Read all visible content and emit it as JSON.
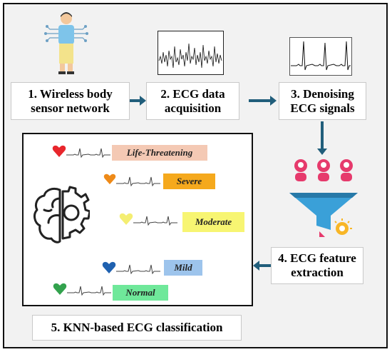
{
  "steps": {
    "s1": {
      "line1": "1. Wireless body",
      "line2": "sensor network"
    },
    "s2": {
      "line1": "2. ECG data",
      "line2": "acquisition"
    },
    "s3": {
      "line1": "3. Denoising",
      "line2": "ECG signals"
    },
    "s4": {
      "line1": "4. ECG feature",
      "line2": "extraction"
    },
    "s5": {
      "text": "5. KNN-based ECG classification"
    }
  },
  "levels": [
    {
      "label": "Life-Threatening",
      "bg": "#f4c9b4",
      "heart": "#e8262c"
    },
    {
      "label": "Severe",
      "bg": "#f5a91d",
      "heart": "#ee8a18"
    },
    {
      "label": "Moderate",
      "bg": "#f7f572",
      "heart": "#f4ee72"
    },
    {
      "label": "Mild",
      "bg": "#9dc4ec",
      "heart": "#1f61b0"
    },
    {
      "label": "Normal",
      "bg": "#6fe89a",
      "heart": "#32a24d"
    }
  ],
  "colors": {
    "arrow": "#215e7b",
    "border": "#111111"
  }
}
